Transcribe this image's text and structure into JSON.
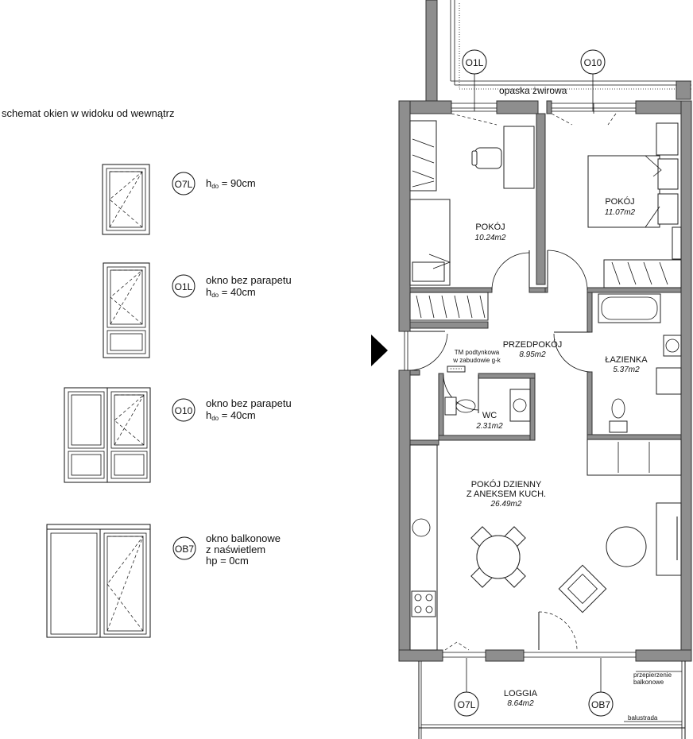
{
  "legend": {
    "title": "schemat okien w widoku od wewnątrz",
    "items": [
      {
        "tag": "O7L",
        "lines": [
          "h",
          "do",
          " = 90cm"
        ]
      },
      {
        "tag": "O1L",
        "line1": "okno bez parapetu",
        "line2_pre": "h",
        "line2_sub": "do",
        "line2_post": " = 40cm"
      },
      {
        "tag": "O10",
        "line1": "okno bez parapetu",
        "line2_pre": "h",
        "line2_sub": "do",
        "line2_post": " = 40cm"
      },
      {
        "tag": "OB7",
        "line1": "okno balkonowe",
        "line2": "z naświetlem",
        "line3": "hp = 0cm"
      }
    ]
  },
  "plan": {
    "gravel": "opaska żwirowa",
    "window_tags": {
      "top_left": "O1L",
      "top_right": "O10",
      "loggia_left": "O7L",
      "loggia_right": "OB7"
    },
    "rooms": [
      {
        "id": "pokoj1",
        "name": "POKÓJ",
        "area": "10.24m2"
      },
      {
        "id": "pokoj2",
        "name": "POKÓJ",
        "area": "11.07m2"
      },
      {
        "id": "przedpokoj",
        "name": "PRZEDPOKÓJ",
        "area": "8.95m2"
      },
      {
        "id": "lazienka",
        "name": "ŁAZIENKA",
        "area": "5.37m2"
      },
      {
        "id": "wc",
        "name": "WC",
        "area": "2.31m2"
      },
      {
        "id": "dzienny",
        "name_l1": "POKÓJ DZIENNY",
        "name_l2": "Z ANEKSEM KUCH.",
        "area": "26.49m2"
      },
      {
        "id": "loggia",
        "name": "LOGGIA",
        "area": "8.64m2"
      }
    ],
    "tm_note_l1": "TM podtynkowa",
    "tm_note_l2": "w zabudowie g-k",
    "partition_l1": "przepierzenie",
    "partition_l2": "balkonowe",
    "railing": "balustrada"
  }
}
